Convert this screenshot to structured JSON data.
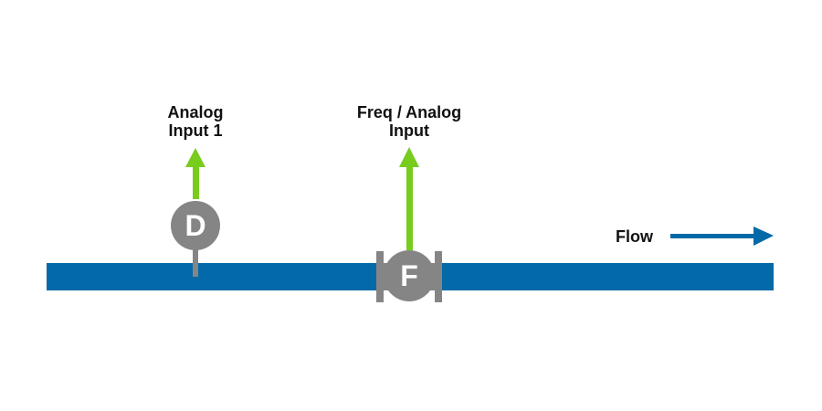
{
  "diagram": {
    "colors": {
      "pipe": "#0369A8",
      "instrument": "#858585",
      "signal_arrow": "#77CC1E",
      "flow_arrow": "#0369A8",
      "label_text": "#111111"
    },
    "instruments": [
      {
        "id": "density",
        "letter": "D",
        "type": "insertion",
        "signal_label_line1": "Analog",
        "signal_label_line2": "Input 1"
      },
      {
        "id": "flow",
        "letter": "F",
        "type": "inline-flanged",
        "signal_label_line1": "Freq / Analog",
        "signal_label_line2": "Input"
      }
    ],
    "flow": {
      "label": "Flow",
      "direction": "right"
    }
  }
}
